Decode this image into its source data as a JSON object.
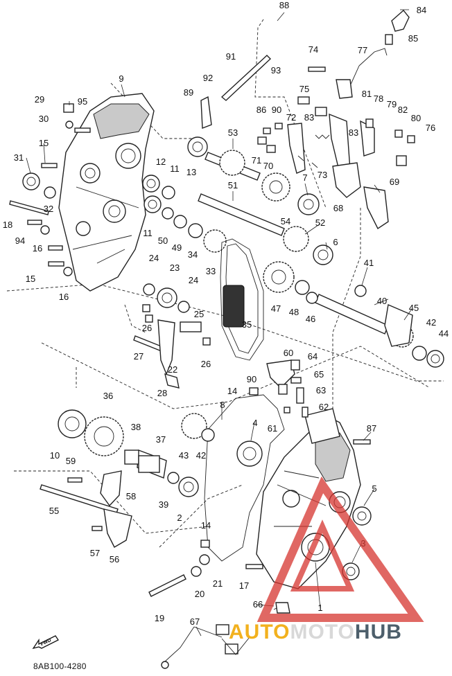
{
  "diagram_code": "8AB100-4280",
  "fwd_label": "FWD",
  "watermark": {
    "part1": "AUTO",
    "part2": "MOTO",
    "part3": "HUB"
  },
  "callouts": [
    {
      "id": "c84",
      "label": "84"
    },
    {
      "id": "c88",
      "label": "88"
    },
    {
      "id": "c85",
      "label": "85"
    },
    {
      "id": "c74",
      "label": "74"
    },
    {
      "id": "c77",
      "label": "77"
    },
    {
      "id": "c91",
      "label": "91"
    },
    {
      "id": "c93",
      "label": "93"
    },
    {
      "id": "c9",
      "label": "9"
    },
    {
      "id": "c92",
      "label": "92"
    },
    {
      "id": "c75",
      "label": "75"
    },
    {
      "id": "c89",
      "label": "89"
    },
    {
      "id": "c81",
      "label": "81"
    },
    {
      "id": "c78",
      "label": "78"
    },
    {
      "id": "c79",
      "label": "79"
    },
    {
      "id": "c82",
      "label": "82"
    },
    {
      "id": "c80",
      "label": "80"
    },
    {
      "id": "c76",
      "label": "76"
    },
    {
      "id": "c29",
      "label": "29"
    },
    {
      "id": "c95",
      "label": "95"
    },
    {
      "id": "c30",
      "label": "30"
    },
    {
      "id": "c86",
      "label": "86"
    },
    {
      "id": "c90a",
      "label": "90"
    },
    {
      "id": "c72",
      "label": "72"
    },
    {
      "id": "c83a",
      "label": "83"
    },
    {
      "id": "c83b",
      "label": "83"
    },
    {
      "id": "c53",
      "label": "53"
    },
    {
      "id": "c15a",
      "label": "15"
    },
    {
      "id": "c71",
      "label": "71"
    },
    {
      "id": "c70",
      "label": "70"
    },
    {
      "id": "c31",
      "label": "31"
    },
    {
      "id": "c12",
      "label": "12"
    },
    {
      "id": "c11a",
      "label": "11"
    },
    {
      "id": "c13",
      "label": "13"
    },
    {
      "id": "c73",
      "label": "73"
    },
    {
      "id": "c7",
      "label": "7"
    },
    {
      "id": "c69",
      "label": "69"
    },
    {
      "id": "c51",
      "label": "51"
    },
    {
      "id": "c32",
      "label": "32"
    },
    {
      "id": "c18",
      "label": "18"
    },
    {
      "id": "c68",
      "label": "68"
    },
    {
      "id": "c11b",
      "label": "11"
    },
    {
      "id": "c54",
      "label": "54"
    },
    {
      "id": "c52",
      "label": "52"
    },
    {
      "id": "c94",
      "label": "94"
    },
    {
      "id": "c50",
      "label": "50"
    },
    {
      "id": "c49",
      "label": "49"
    },
    {
      "id": "c34",
      "label": "34"
    },
    {
      "id": "c16a",
      "label": "16"
    },
    {
      "id": "c6",
      "label": "6"
    },
    {
      "id": "c33",
      "label": "33"
    },
    {
      "id": "c15b",
      "label": "15"
    },
    {
      "id": "c24a",
      "label": "24"
    },
    {
      "id": "c23",
      "label": "23"
    },
    {
      "id": "c41",
      "label": "41"
    },
    {
      "id": "c16b",
      "label": "16"
    },
    {
      "id": "c24b",
      "label": "24"
    },
    {
      "id": "c40",
      "label": "40"
    },
    {
      "id": "c47",
      "label": "47"
    },
    {
      "id": "c48",
      "label": "48"
    },
    {
      "id": "c46",
      "label": "46"
    },
    {
      "id": "c25",
      "label": "25"
    },
    {
      "id": "c45",
      "label": "45"
    },
    {
      "id": "c42a",
      "label": "42"
    },
    {
      "id": "c26a",
      "label": "26"
    },
    {
      "id": "c35",
      "label": "35"
    },
    {
      "id": "c44",
      "label": "44"
    },
    {
      "id": "c27",
      "label": "27"
    },
    {
      "id": "c26b",
      "label": "26"
    },
    {
      "id": "c22",
      "label": "22"
    },
    {
      "id": "c60",
      "label": "60"
    },
    {
      "id": "c64",
      "label": "64"
    },
    {
      "id": "c90b",
      "label": "90"
    },
    {
      "id": "c65",
      "label": "65"
    },
    {
      "id": "c28",
      "label": "28"
    },
    {
      "id": "c14a",
      "label": "14"
    },
    {
      "id": "c63",
      "label": "63"
    },
    {
      "id": "c36",
      "label": "36"
    },
    {
      "id": "c8",
      "label": "8"
    },
    {
      "id": "c62",
      "label": "62"
    },
    {
      "id": "c4",
      "label": "4"
    },
    {
      "id": "c61",
      "label": "61"
    },
    {
      "id": "c87",
      "label": "87"
    },
    {
      "id": "c38",
      "label": "38"
    },
    {
      "id": "c37",
      "label": "37"
    },
    {
      "id": "c10",
      "label": "10"
    },
    {
      "id": "c43",
      "label": "43"
    },
    {
      "id": "c42b",
      "label": "42"
    },
    {
      "id": "c59",
      "label": "59"
    },
    {
      "id": "c58",
      "label": "58"
    },
    {
      "id": "c5",
      "label": "5"
    },
    {
      "id": "c39",
      "label": "39"
    },
    {
      "id": "c2",
      "label": "2"
    },
    {
      "id": "c55",
      "label": "55"
    },
    {
      "id": "c14b",
      "label": "14"
    },
    {
      "id": "c3",
      "label": "3"
    },
    {
      "id": "c57",
      "label": "57"
    },
    {
      "id": "c56",
      "label": "56"
    },
    {
      "id": "c21",
      "label": "21"
    },
    {
      "id": "c17",
      "label": "17"
    },
    {
      "id": "c20",
      "label": "20"
    },
    {
      "id": "c1",
      "label": "1"
    },
    {
      "id": "c66",
      "label": "66"
    },
    {
      "id": "c19",
      "label": "19"
    },
    {
      "id": "c67",
      "label": "67"
    }
  ]
}
